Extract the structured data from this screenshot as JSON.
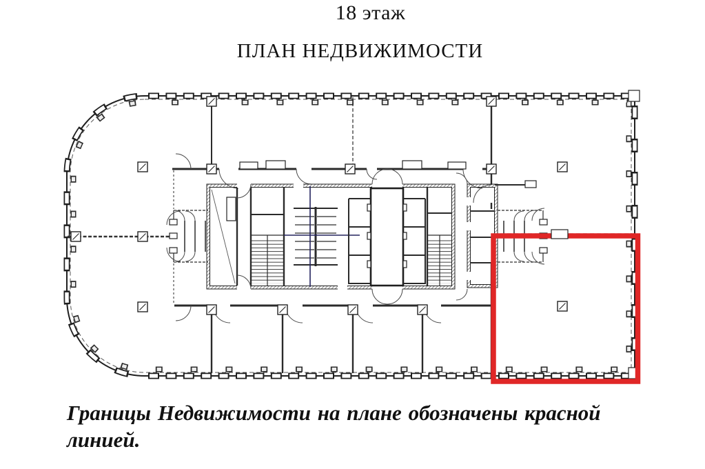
{
  "header": {
    "floor_label": "18 этаж",
    "plan_title": "ПЛАН НЕДВИЖИМОСТИ"
  },
  "legend": {
    "lines": [
      "Границы Недвижимости на плане обозначены красной",
      "линией."
    ],
    "full_text": "Границы Недвижимости на плане обозначены красной линией."
  },
  "plan": {
    "floor": "18"
  },
  "colors": {
    "boundary_red": "#e02727",
    "plan_line": "#2a2a2a",
    "accent_navy": "#23235e",
    "background": "#ffffff"
  }
}
